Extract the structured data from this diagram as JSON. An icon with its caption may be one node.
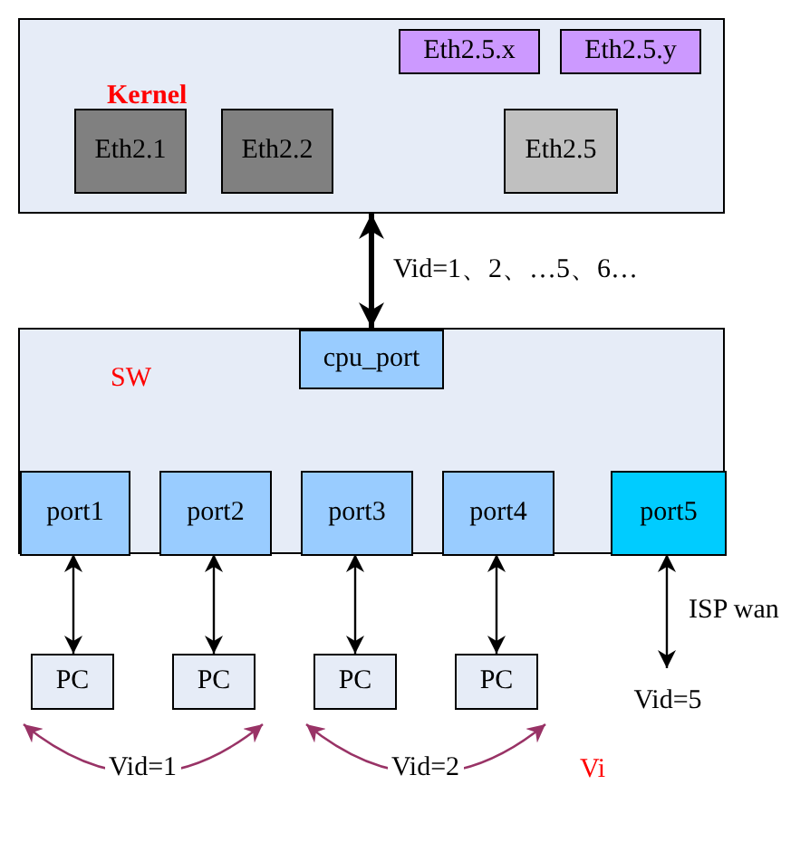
{
  "diagram": {
    "nodes": [
      {
        "text": [
          "Kernel"
        ]
      },
      {
        "text": [
          "Eth2.5.x"
        ],
        "in": 0
      },
      {
        "text": [
          "Eth2.5.y"
        ],
        "in": 0
      },
      {
        "text": [
          "Eth2.1"
        ],
        "in": 0
      },
      {
        "text": [
          "Eth2.2"
        ],
        "in": 0
      },
      {
        "text": [
          "Eth2.5"
        ],
        "in": 0
      },
      {
        "text": [
          "SW"
        ]
      },
      {
        "text": [
          "cpu_port"
        ],
        "in": 6
      },
      {
        "text": [
          "port1"
        ],
        "in": 6
      },
      {
        "text": [
          "port2"
        ],
        "in": 6
      },
      {
        "text": [
          "port3"
        ],
        "in": 6
      },
      {
        "text": [
          "port4"
        ],
        "in": 6
      },
      {
        "text": [
          "port5"
        ],
        "in": 6
      },
      {
        "text": [
          "PC"
        ]
      },
      {
        "text": [
          "PC"
        ]
      },
      {
        "text": [
          "PC"
        ]
      },
      {
        "text": [
          "PC"
        ]
      },
      {
        "text": [
          "Vid=5"
        ]
      }
    ],
    "edges": [
      {
        "from": 0,
        "to": 6,
        "arrow": "both",
        "style": "thick",
        "label": "Vid=1、2、…5、6…"
      },
      {
        "from": 8,
        "to": 13,
        "arrow": "both"
      },
      {
        "from": 9,
        "to": 14,
        "arrow": "both"
      },
      {
        "from": 10,
        "to": 15,
        "arrow": "both"
      },
      {
        "from": 11,
        "to": 16,
        "arrow": "both"
      },
      {
        "from": 12,
        "to": 17,
        "arrow": "both",
        "label": "ISP wan"
      },
      {
        "from": 13,
        "to": 14,
        "arrow": "both",
        "color": "#993366",
        "label": "Vid=1"
      },
      {
        "from": 15,
        "to": 16,
        "arrow": "both",
        "color": "#993366",
        "label": "Vid=2"
      }
    ],
    "labels": [
      "Vi"
    ]
  }
}
